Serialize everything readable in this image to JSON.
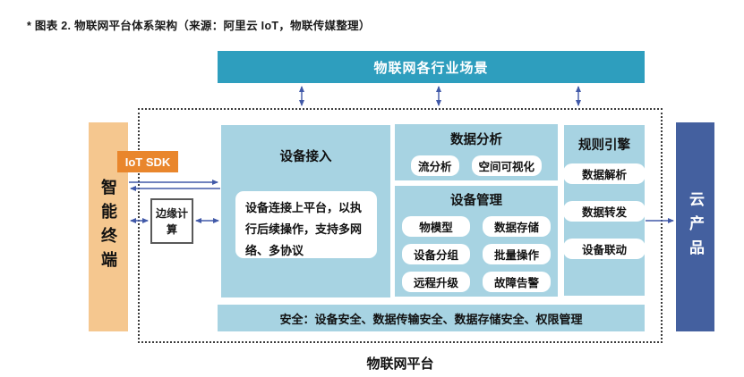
{
  "figure_title": "* 图表 2. 物联网平台体系架构（来源：阿里云 IoT，物联传媒整理）",
  "banner": {
    "label": "物联网各行业场景"
  },
  "smart_terminal": {
    "label": "智能终端"
  },
  "iot_sdk": {
    "label": "IoT SDK"
  },
  "edge_computing": {
    "label": "边缘计算"
  },
  "device_access": {
    "title": "设备接入",
    "description": "设备连接上平台，以执行后续操作，支持多网络、多协议"
  },
  "data_analysis": {
    "title": "数据分析",
    "items": [
      "流分析",
      "空间可视化"
    ]
  },
  "device_management": {
    "title": "设备管理",
    "items": [
      "物模型",
      "数据存储",
      "设备分组",
      "批量操作",
      "远程升级",
      "故障告警"
    ]
  },
  "rule_engine": {
    "title": "规则引擎",
    "items": [
      "数据解析",
      "数据转发",
      "设备联动"
    ]
  },
  "cloud_product": {
    "label": "云产品"
  },
  "security_bar": {
    "label": "安全：设备安全、数据传输安全、数据存储安全、权限管理"
  },
  "platform": {
    "label": "物联网平台"
  },
  "colors": {
    "teal": "#2E9EBE",
    "light-blue": "#A7D3E2",
    "navy": "#44609F",
    "tan": "#F5C78F",
    "orange": "#E9862C",
    "arrow": "#4159A8",
    "ink": "#1A1A1A",
    "dash": "#3B3B3B"
  }
}
